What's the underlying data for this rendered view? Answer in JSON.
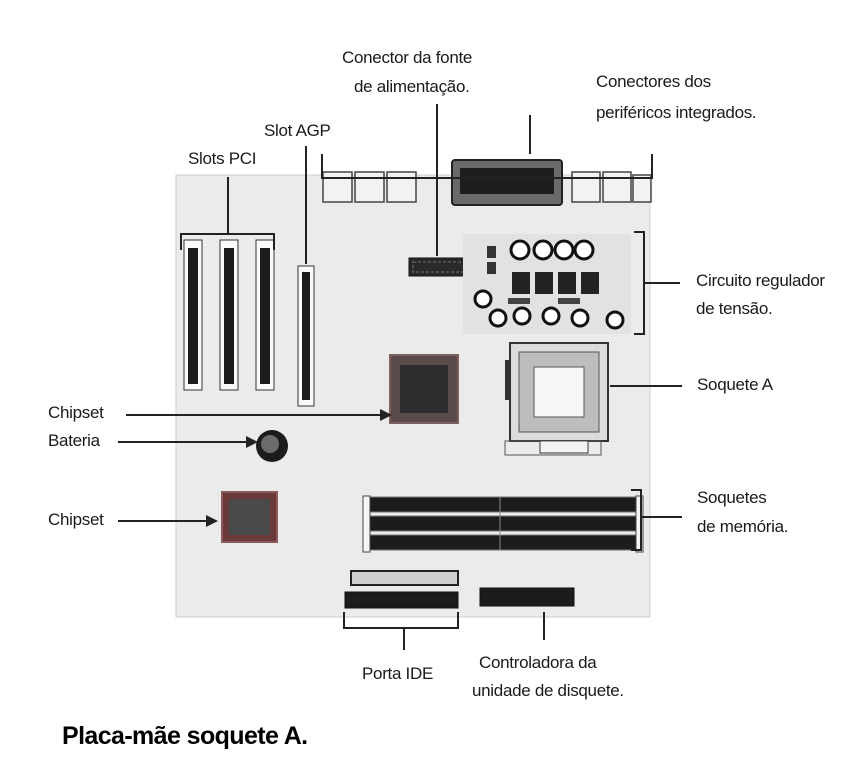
{
  "diagram": {
    "caption": "Placa-mãe soquete A.",
    "labels": {
      "power_connector": [
        "Conector da fonte",
        "de alimentação."
      ],
      "integrated_peripherals": [
        "Conectores dos",
        "periféricos integrados."
      ],
      "slot_agp": "Slot AGP",
      "slots_pci": "Slots PCI",
      "voltage_regulator": [
        "Circuito regulador",
        "de tensão."
      ],
      "socket_a": "Soquete A",
      "chipset_north": "Chipset",
      "battery": "Bateria",
      "chipset_south": "Chipset",
      "memory_sockets": [
        "Soquetes",
        "de memória."
      ],
      "ide_port": "Porta IDE",
      "floppy_controller": [
        "Controladora da",
        "unidade de disquete."
      ]
    },
    "colors": {
      "board": "#ebebeb",
      "dark_component": "#1c1c1c",
      "chip": "#4a4a4a",
      "chip_border": "#8c5a5a",
      "line": "#222222"
    }
  }
}
